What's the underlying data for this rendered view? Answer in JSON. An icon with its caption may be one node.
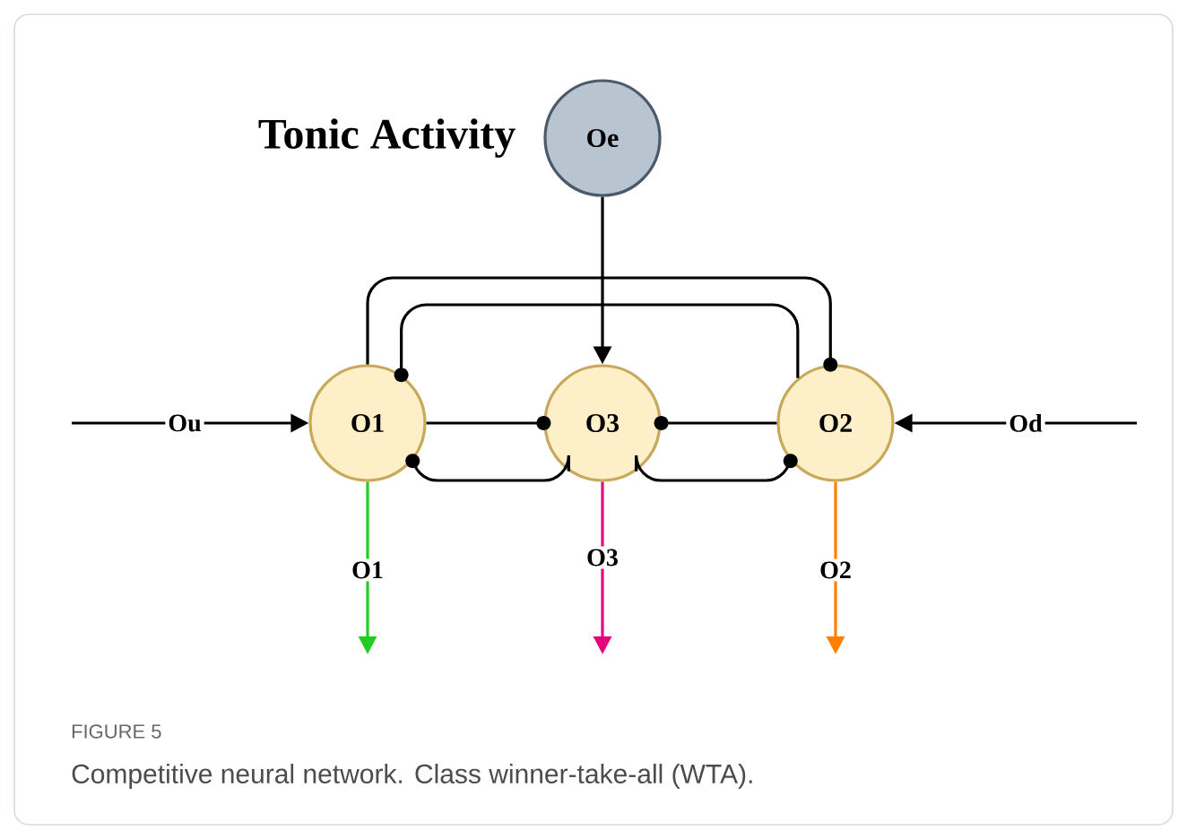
{
  "diagram": {
    "caption": "Competitive neural network. Class winner-take-all (WTA).",
    "nodes": [
      {
        "text": [
          "Oe"
        ],
        "beside": [
          "Tonic Activity"
        ]
      },
      {
        "text": [
          "O1"
        ]
      },
      {
        "text": [
          "O3"
        ]
      },
      {
        "text": [
          "O2"
        ]
      }
    ],
    "edges": [
      {
        "from": 0,
        "to": 2,
        "arrow": "to"
      },
      {
        "from": null,
        "to": 1,
        "arrow": "to",
        "label": "Ou"
      },
      {
        "from": null,
        "to": 3,
        "arrow": "to",
        "label": "Od"
      },
      {
        "from": 1,
        "to": 2,
        "arrow": "other"
      },
      {
        "from": 3,
        "to": 2,
        "arrow": "other"
      },
      {
        "from": 1,
        "to": 3,
        "arrow": "other"
      },
      {
        "from": 3,
        "to": 1,
        "arrow": "other"
      },
      {
        "from": 2,
        "to": 1,
        "arrow": "other"
      },
      {
        "from": 2,
        "to": 3,
        "arrow": "other"
      },
      {
        "from": 1,
        "to": null,
        "arrow": "to",
        "label": "O1",
        "color": "#22cc22"
      },
      {
        "from": 2,
        "to": null,
        "arrow": "to",
        "label": "O3",
        "color": "#e6007e"
      },
      {
        "from": 3,
        "to": null,
        "arrow": "to",
        "label": "O2",
        "color": "#ff8000"
      }
    ],
    "labels": [
      "FIGURE 5"
    ]
  }
}
